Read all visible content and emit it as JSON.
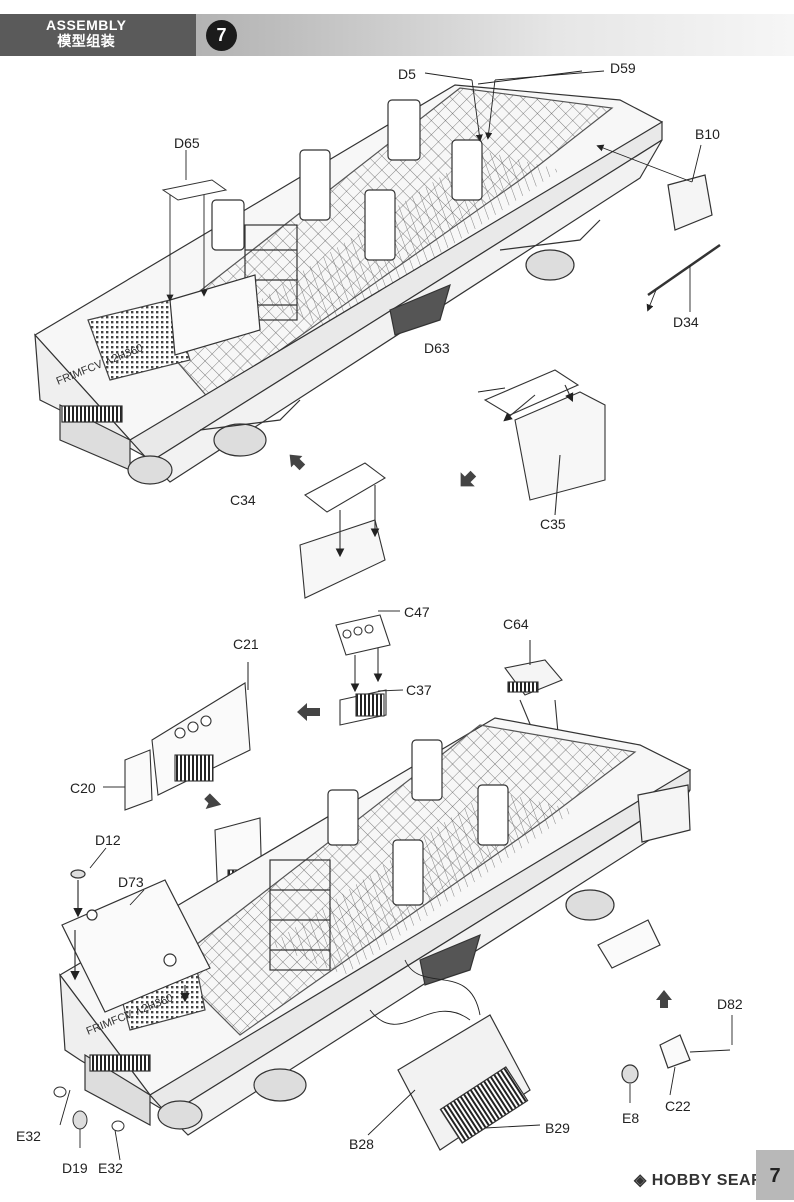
{
  "header": {
    "title_en": "ASSEMBLY",
    "title_cn": "模型组装",
    "step_number": "7"
  },
  "callouts": {
    "d5": "D5",
    "d59": "D59",
    "b10": "B10",
    "d65": "D65",
    "d34": "D34",
    "d63": "D63",
    "c34": "C34",
    "c35": "C35",
    "c47": "C47",
    "c21": "C21",
    "c64": "C64",
    "c37": "C37",
    "c20": "C20",
    "d12": "D12",
    "d73": "D73",
    "d82": "D82",
    "e32a": "E32",
    "e32b": "E32",
    "d19": "D19",
    "b28": "B28",
    "b29": "B29",
    "e8": "E8",
    "c22": "C22"
  },
  "vehicle_markings": {
    "top": "FRIMFCV ∧2H360",
    "bottom": "FRIMFCV ∧2H360"
  },
  "watermark": "HOBBY SEARCH",
  "page_number": "7"
}
